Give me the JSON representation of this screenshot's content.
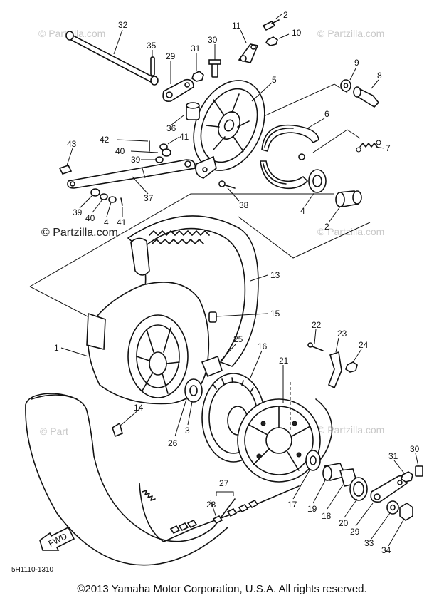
{
  "watermarks": {
    "text": "© Partzilla.com",
    "short": "© Partzilla.com",
    "partial": "© Part"
  },
  "fwd_label": "FWD",
  "ref_code": "5H1110-1310",
  "copyright": "©2013 Yamaha Motor Corporation, U.S.A. All rights reserved.",
  "callouts": {
    "c32": "32",
    "c35": "35",
    "c29a": "29",
    "c31a": "31",
    "c30a": "30",
    "c11": "11",
    "c2a": "2",
    "c10": "10",
    "c9": "9",
    "c8": "8",
    "c5": "5",
    "c6": "6",
    "c7": "7",
    "c36": "36",
    "c42": "42",
    "c41a": "41",
    "c40a": "40",
    "c39a": "39",
    "c43": "43",
    "c37": "37",
    "c38": "38",
    "c4a": "4",
    "c2b": "2",
    "c39b": "39",
    "c40b": "40",
    "c4b": "4",
    "c41b": "41",
    "c13": "13",
    "c15": "15",
    "c1": "1",
    "c22": "22",
    "c23": "23",
    "c24": "24",
    "c25": "25",
    "c16": "16",
    "c21": "21",
    "c14": "14",
    "c26": "26",
    "c3": "3",
    "c27": "27",
    "c28": "28",
    "c17": "17",
    "c19": "19",
    "c18": "18",
    "c20": "20",
    "c29b": "29",
    "c33": "33",
    "c34": "34",
    "c31b": "31",
    "c30b": "30"
  }
}
